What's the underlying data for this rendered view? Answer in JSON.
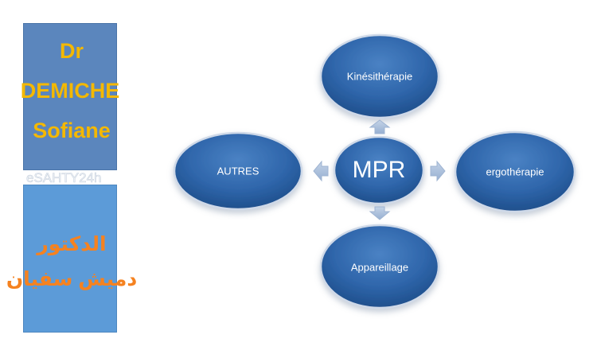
{
  "sidebar": {
    "name_lines": [
      "Dr",
      "DEMICHE",
      "Sofiane"
    ],
    "watermark": "eSAHTY24h",
    "arabic_lines": [
      "الدكتور",
      "دميش سفيان"
    ]
  },
  "diagram": {
    "center": "MPR",
    "nodes": {
      "top": "Kinésithérapie",
      "right": "ergothérapie",
      "bottom": "Appareillage",
      "left": "AUTRES"
    }
  },
  "colors": {
    "node_fill": "#2f5f9e",
    "node_border": "#c9d6e6",
    "arrow": "#a9bfdc",
    "name_text": "#f4b800",
    "arabic_text": "#f58220"
  }
}
